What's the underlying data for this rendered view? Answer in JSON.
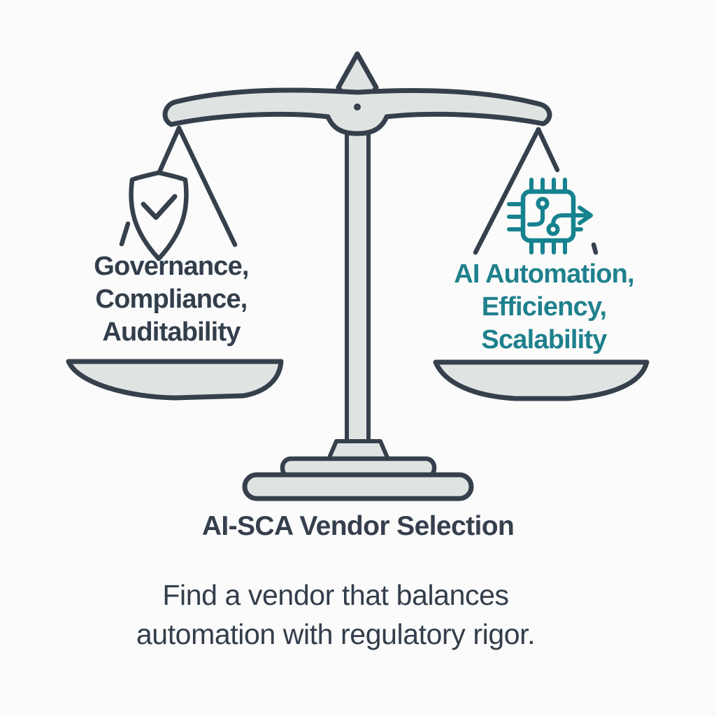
{
  "diagram": {
    "type": "balance-scale-infographic",
    "title": "AI-SCA Vendor Selection",
    "subtitle_lines": [
      "Find a vendor that balances",
      "automation with regulatory rigor."
    ],
    "left_pan": {
      "icon": "shield-check-icon",
      "lines": [
        "Governance,",
        "Compliance,",
        "Auditability"
      ],
      "text_color": "#333e4c"
    },
    "right_pan": {
      "icon": "chip-flow-icon",
      "lines": [
        "AI Automation,",
        "Efficiency,",
        "Scalability"
      ],
      "text_color": "#1f808d"
    },
    "colors": {
      "background": "#fafbfa",
      "outline": "#36404d",
      "metal_fill": "#dfe4e3",
      "teal_accent": "#17828f"
    }
  }
}
